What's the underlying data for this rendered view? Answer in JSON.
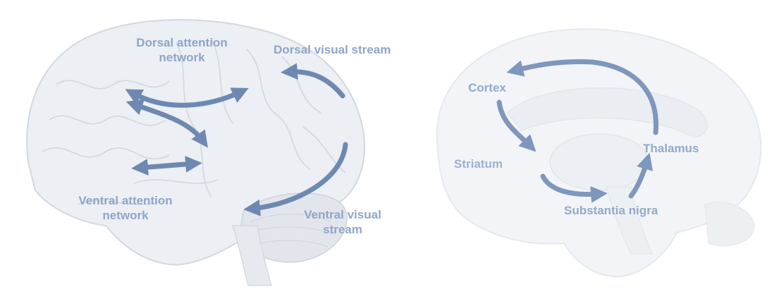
{
  "colors": {
    "label": "#8ea6c8",
    "arrow": "#6e89b1",
    "brain_fill": "#eceff3",
    "brain_line": "#c9cfd8"
  },
  "lateral_brain": {
    "dorsal_attention": {
      "line1": "Dorsal attention",
      "line2": "network"
    },
    "dorsal_visual": {
      "text": "Dorsal visual stream"
    },
    "ventral_attention": {
      "line1": "Ventral attention",
      "line2": "network"
    },
    "ventral_visual": {
      "line1": "Ventral visual",
      "line2": "stream"
    }
  },
  "medial_brain": {
    "cortex": {
      "text": "Cortex"
    },
    "striatum": {
      "text": "Striatum"
    },
    "thalamus": {
      "text": "Thalamus"
    },
    "substantia_nigra": {
      "text": "Substantia nigra"
    }
  }
}
